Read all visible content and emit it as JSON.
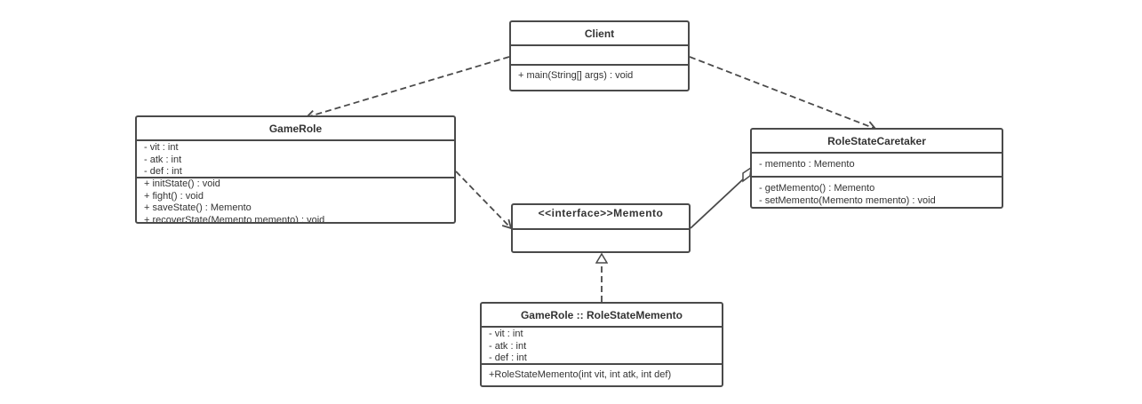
{
  "classes": {
    "client": {
      "name": "Client",
      "attributes": [],
      "methods": [
        "+ main(String[] args) : void"
      ]
    },
    "game_role": {
      "name": "GameRole",
      "attributes": [
        "- vit : int",
        "- atk : int",
        "- def : int"
      ],
      "methods": [
        "+ initState() : void",
        "+ fight() : void",
        "+ saveState() : Memento",
        "+ recoverState(Memento     memento) : void"
      ]
    },
    "memento": {
      "name": "<<interface>>Memento",
      "attributes": [],
      "methods": []
    },
    "caretaker": {
      "name": "RoleStateCaretaker",
      "attributes": [
        "- memento : Memento"
      ],
      "methods": [
        "- getMemento() : Memento",
        "- setMemento(Memento memento) : void"
      ]
    },
    "role_state_memento": {
      "name": "GameRole :: RoleStateMemento",
      "attributes": [
        "- vit : int",
        "- atk : int",
        "- def : int"
      ],
      "methods": [
        "+RoleStateMemento(int vit, int atk, int def)"
      ]
    }
  },
  "relations": [
    {
      "from": "Client",
      "to": "GameRole",
      "type": "dependency"
    },
    {
      "from": "Client",
      "to": "RoleStateCaretaker",
      "type": "dependency"
    },
    {
      "from": "GameRole",
      "to": "Memento",
      "type": "dependency"
    },
    {
      "from": "RoleStateCaretaker",
      "to": "Memento",
      "type": "aggregation"
    },
    {
      "from": "RoleStateMemento",
      "to": "Memento",
      "type": "realization"
    }
  ],
  "colors": {
    "stroke": "#4a4a4a",
    "text": "#333333",
    "background": "#ffffff"
  }
}
